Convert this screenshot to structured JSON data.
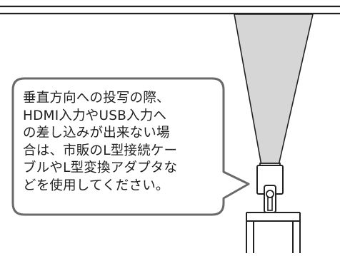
{
  "colors": {
    "line": "#222222",
    "beam": "#d6d6d6",
    "background": "#ffffff"
  },
  "callout": {
    "lines": [
      "垂直方向への投写の際、",
      "HDMI入力やUSB入力へ",
      "の差し込みが出来ない場",
      "合は、市販のL型接続ケー",
      "ブルやL型変換アダプタな",
      "どを使用してください。"
    ]
  },
  "icons": [
    "projector-icon",
    "mount-bracket-icon",
    "stand-icon"
  ]
}
